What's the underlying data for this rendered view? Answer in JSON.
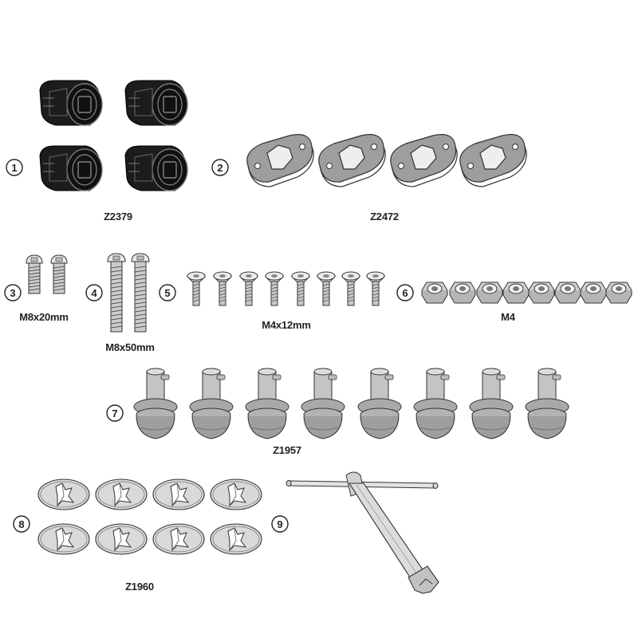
{
  "parts": [
    {
      "number": "1",
      "code": "Z2379",
      "quantity": 4
    },
    {
      "number": "2",
      "code": "Z2472",
      "quantity": 4
    },
    {
      "number": "3",
      "code": "M8x20mm",
      "quantity": 2
    },
    {
      "number": "4",
      "code": "M8x50mm",
      "quantity": 2
    },
    {
      "number": "5",
      "code": "M4x12mm",
      "quantity": 8
    },
    {
      "number": "6",
      "code": "M4",
      "quantity": 8
    },
    {
      "number": "7",
      "code": "Z1957",
      "quantity": 8
    },
    {
      "number": "8",
      "code": "Z1960",
      "quantity": 8
    },
    {
      "number": "9",
      "code": "",
      "quantity": 1
    }
  ],
  "colors": {
    "black_part": "#1c1c1c",
    "grey_part": "#9e9e9e",
    "light_part": "#d9d9d9",
    "outline": "#333333"
  }
}
